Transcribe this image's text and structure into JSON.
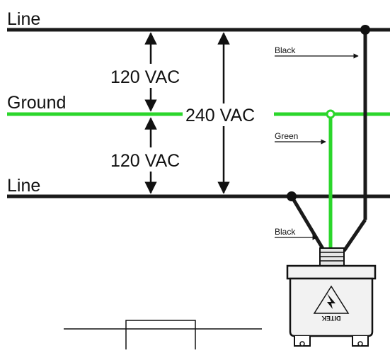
{
  "diagram": {
    "lines": {
      "line_top": "Line",
      "ground": "Ground",
      "line_bottom": "Line"
    },
    "voltages": {
      "upper_120": "120 VAC",
      "lower_120": "120 VAC",
      "total_240": "240 VAC"
    },
    "wires": {
      "black_top": "Black",
      "green": "Green",
      "black_bottom": "Black"
    },
    "device": {
      "logo_text": "DITEK"
    },
    "colors": {
      "line": "#1a1a1a",
      "ground": "#2bd62b",
      "device_fill": "#f2f2f2"
    }
  }
}
